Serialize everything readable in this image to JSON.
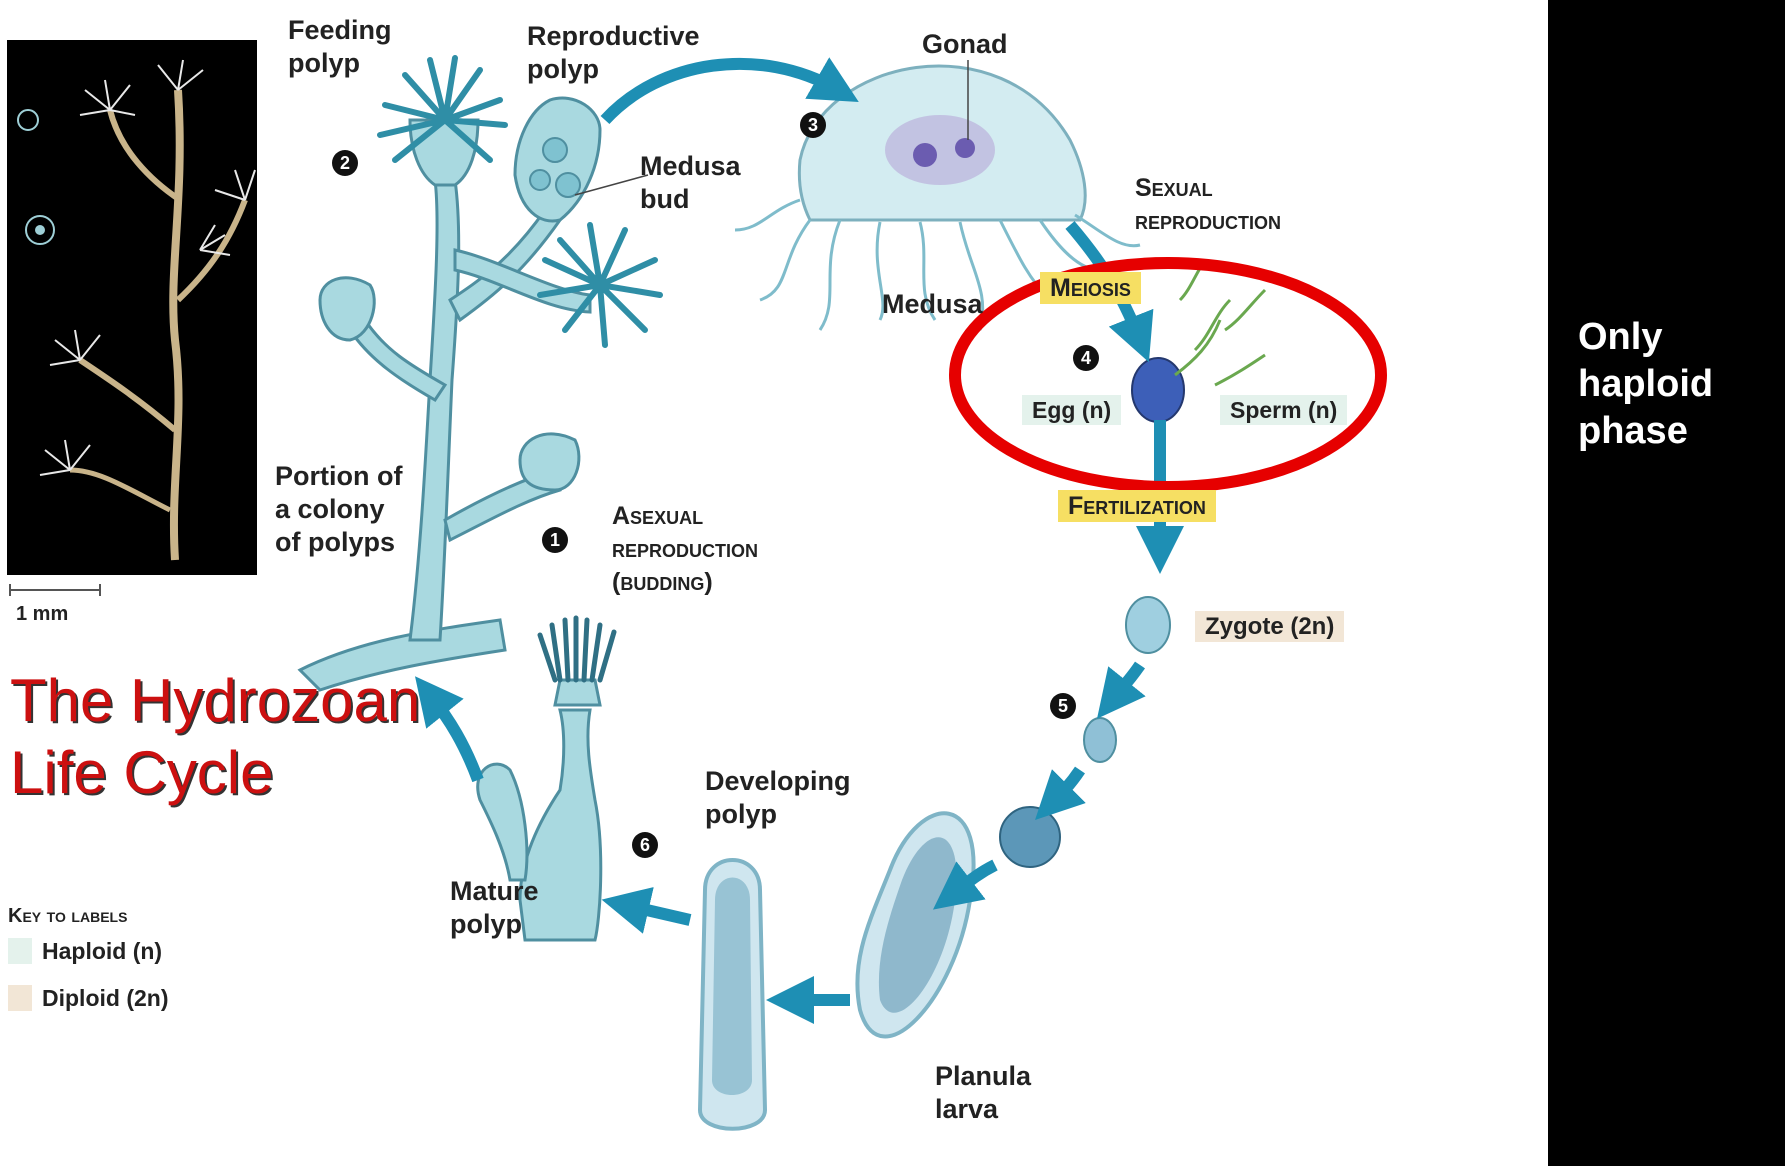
{
  "title": "The Hydrozoan\nLife Cycle",
  "annotation": "Only\nhaploid\nphase",
  "scale_bar": "1 mm",
  "steps": [
    "1",
    "2",
    "3",
    "4",
    "5",
    "6"
  ],
  "labels": {
    "feeding_polyp": "Feeding\npolyp",
    "reproductive_polyp": "Reproductive\npolyp",
    "medusa_bud": "Medusa\nbud",
    "gonad": "Gonad",
    "sexual_reproduction": "Sexual\nreproduction",
    "medusa": "Medusa",
    "meiosis": "Meiosis",
    "egg": "Egg (n)",
    "sperm": "Sperm (n)",
    "fertilization": "Fertilization",
    "zygote": "Zygote (2n)",
    "portion_colony": "Portion of\na colony\nof polyps",
    "asexual_reproduction": "Asexual\nreproduction\n(budding)",
    "developing_polyp": "Developing\npolyp",
    "mature_polyp": "Mature\npolyp",
    "planula_larva": "Planula\nlarva"
  },
  "key": {
    "heading": "Key to labels",
    "haploid": "Haploid (n)",
    "diploid": "Diploid (2n)",
    "haploid_color": "#e4f2ec",
    "diploid_color": "#f2e6d6"
  },
  "colors": {
    "arrow": "#1e8fb4",
    "organism": "#a9d9e0",
    "organism_outline": "#4f8fa0",
    "highlight_ring": "#e60000",
    "title_red": "#cc1010"
  }
}
